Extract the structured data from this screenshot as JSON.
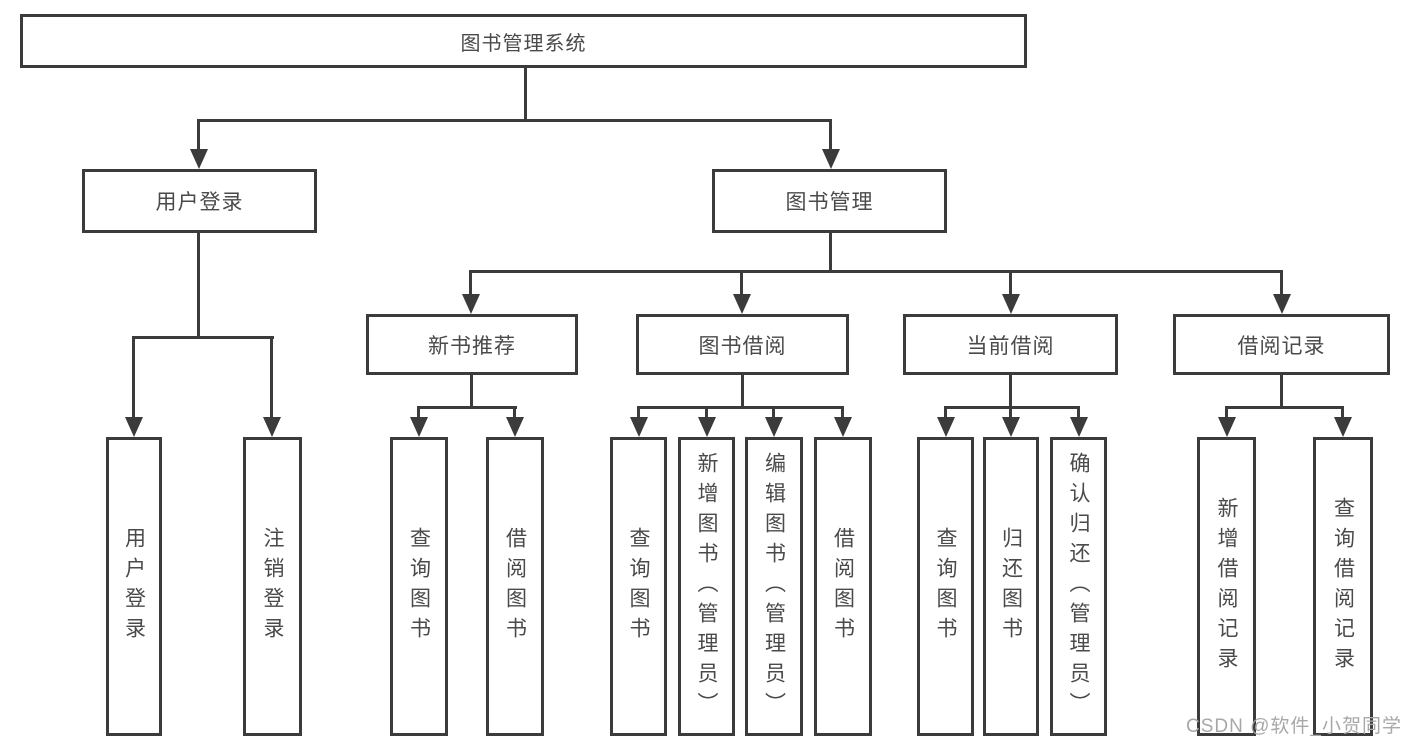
{
  "colors": {
    "line": "#3b3b3b",
    "text": "#4a4a4a",
    "watermark": "#a8a8a8",
    "background": "#ffffff"
  },
  "watermark": {
    "text": "CSDN @软件_小贺同学"
  },
  "diagram": {
    "type": "tree",
    "root": {
      "label": "图书管理系统"
    },
    "branches": [
      {
        "label": "用户登录",
        "leaves": [
          {
            "label": "用户登录"
          },
          {
            "label": "注销登录"
          }
        ]
      },
      {
        "label": "图书管理",
        "children": [
          {
            "label": "新书推荐",
            "leaves": [
              {
                "label": "查询图书"
              },
              {
                "label": "借阅图书"
              }
            ]
          },
          {
            "label": "图书借阅",
            "leaves": [
              {
                "label": "查询图书"
              },
              {
                "label": "新增图书（管理员）"
              },
              {
                "label": "编辑图书（管理员）"
              },
              {
                "label": "借阅图书"
              }
            ]
          },
          {
            "label": "当前借阅",
            "leaves": [
              {
                "label": "查询图书"
              },
              {
                "label": "归还图书"
              },
              {
                "label": "确认归还（管理员）"
              }
            ]
          },
          {
            "label": "借阅记录",
            "leaves": [
              {
                "label": "新增借阅记录"
              },
              {
                "label": "查询借阅记录"
              }
            ]
          }
        ]
      }
    ]
  }
}
